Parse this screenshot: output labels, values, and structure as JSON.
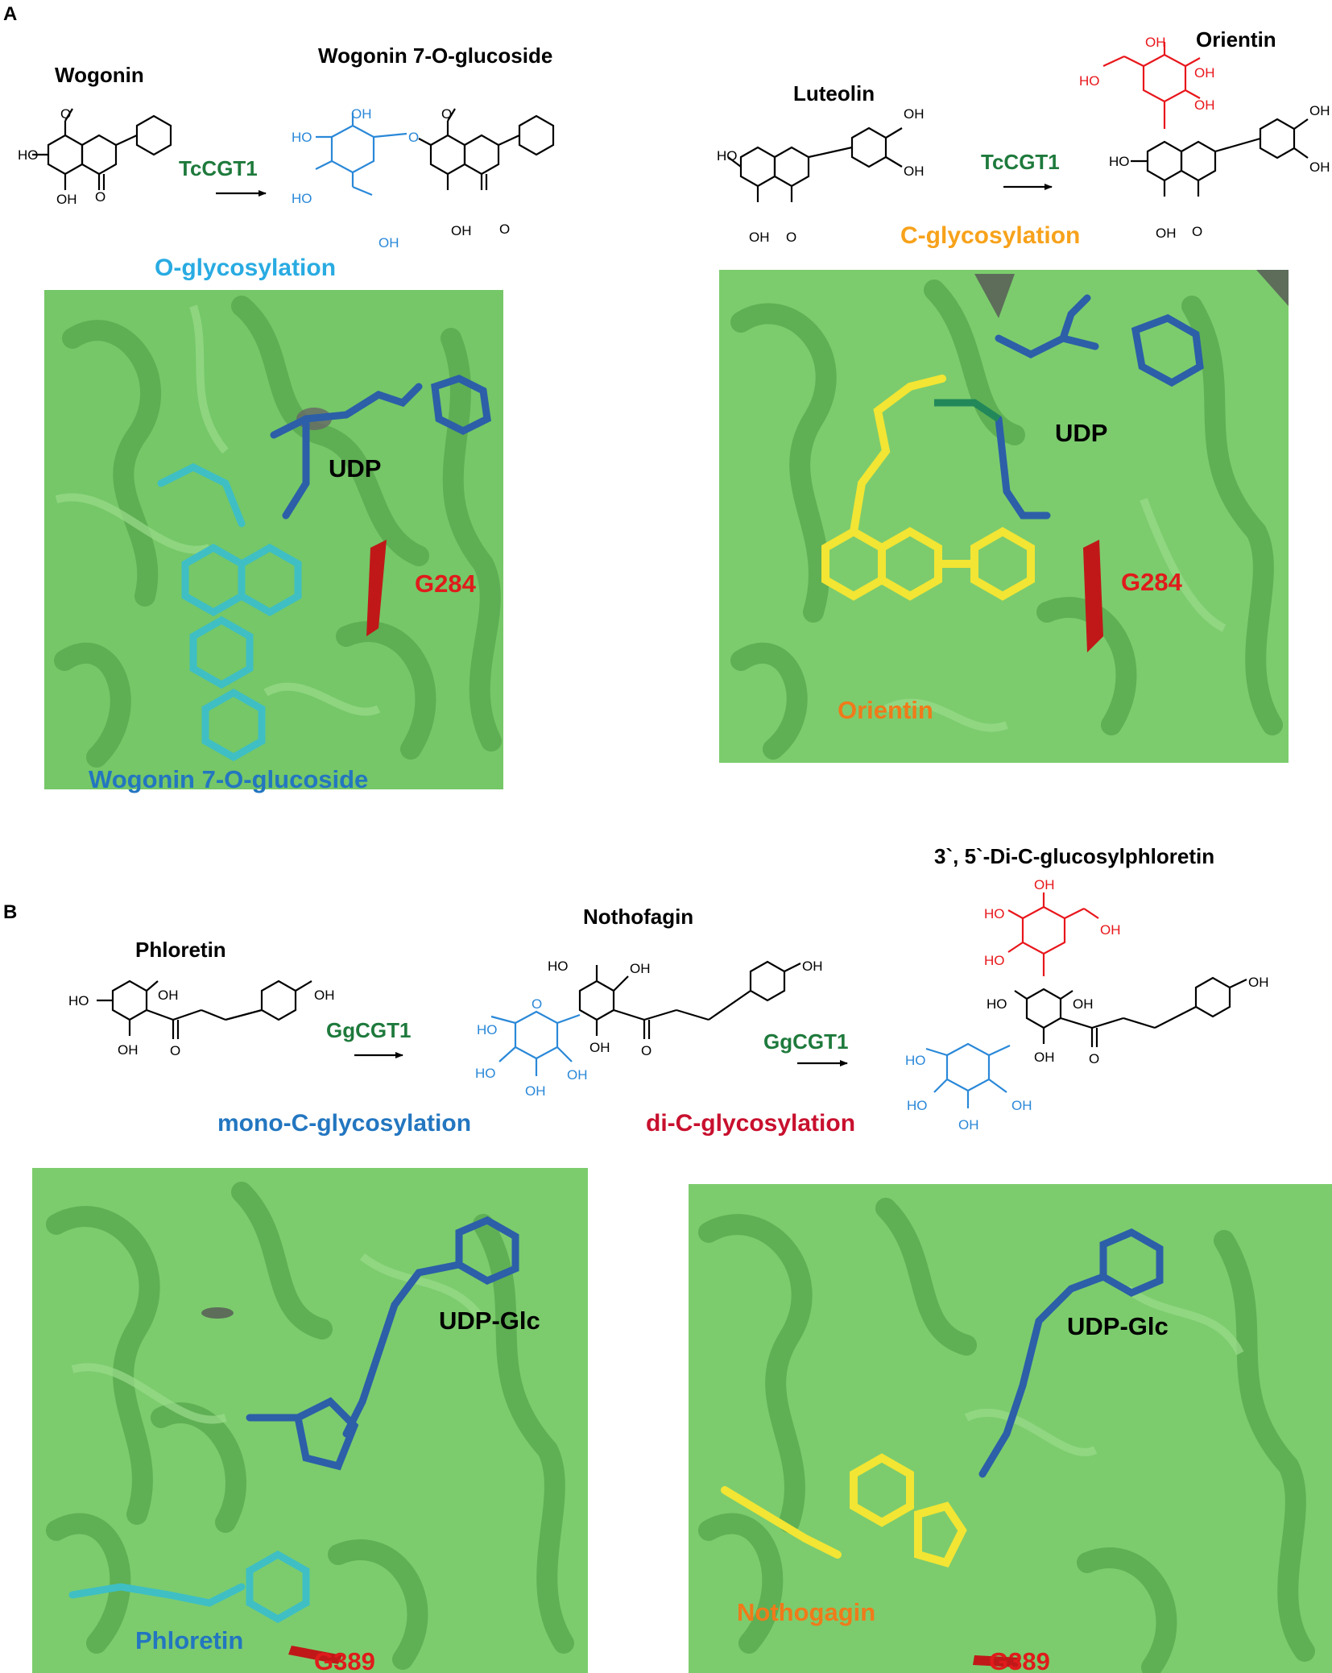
{
  "panels": {
    "a": {
      "letter": "A",
      "left_reaction": {
        "substrate": "Wogonin",
        "product": "Wogonin 7-O-glucoside",
        "enzyme": "TcCGT1",
        "reaction_type": "O-glycosylation",
        "type_color": "#29abe2"
      },
      "right_reaction": {
        "substrate": "Luteolin",
        "product": "Orientin",
        "enzyme": "TcCGT1",
        "reaction_type": "C-glycosylation",
        "type_color": "#f7a21b"
      },
      "left_model": {
        "udp": "UDP",
        "residue": "G284",
        "ligand": "Wogonin 7-O-glucoside"
      },
      "right_model": {
        "udp": "UDP",
        "residue": "G284",
        "ligand": "Orientin"
      }
    },
    "b": {
      "letter": "B",
      "substrate": "Phloretin",
      "intermediate": "Nothofagin",
      "product": "3`, 5`-Di-C-glucosylphloretin",
      "enzyme_1": "GgCGT1",
      "enzyme_2": "GgCGT1",
      "step_1": "mono-C-glycosylation",
      "step_2": "di-C-glycosylation",
      "left_model": {
        "udp": "UDP-Glc",
        "residue": "G389",
        "ligand": "Phloretin"
      },
      "right_model": {
        "udp": "UDP-Glc",
        "residue": "G389",
        "ligand": "Nothogagin"
      }
    }
  },
  "atom_labels": {
    "oh": "OH",
    "ho": "HO",
    "o": "O"
  },
  "colors": {
    "enzyme": "#1e7a3c",
    "glucose_blue": "#2a88d8",
    "glucose_red": "#e8161b",
    "residue": "#e01b1b",
    "udp_stick": "#2c5fa8",
    "wogonin_stick": "#3fbfc4",
    "orientin_stick": "#f2e533",
    "protein": "#6cc160",
    "ligand_label": "#f07a1a",
    "ligand_label_blue": "#2376c0"
  }
}
